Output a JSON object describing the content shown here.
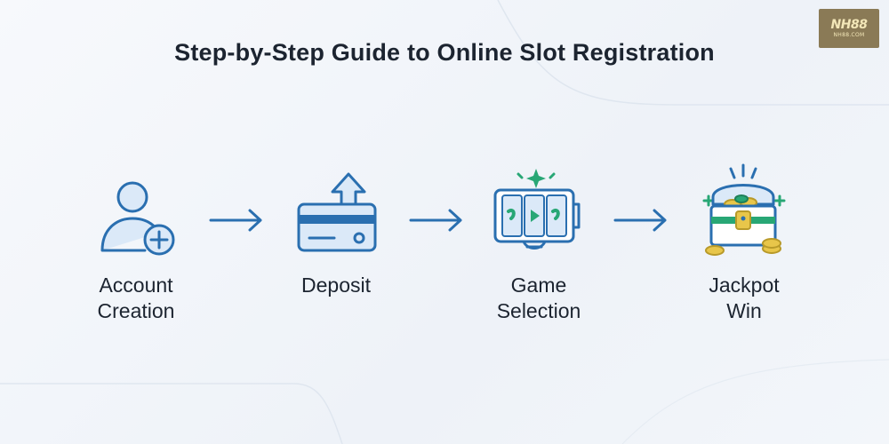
{
  "title": "Step-by-Step Guide to Online Slot Registration",
  "logo": {
    "main": "NH88",
    "sub": "NH88.COM"
  },
  "steps": [
    {
      "label_line1": "Account",
      "label_line2": "Creation",
      "icon": "user-add-icon"
    },
    {
      "label_line1": "Deposit",
      "label_line2": "",
      "icon": "card-deposit-icon"
    },
    {
      "label_line1": "Game",
      "label_line2": "Selection",
      "icon": "slot-machine-icon"
    },
    {
      "label_line1": "Jackpot",
      "label_line2": "Win",
      "icon": "treasure-chest-icon"
    }
  ],
  "colors": {
    "icon_stroke": "#2a6fb0",
    "icon_fill": "#dbe9f8",
    "accent_green": "#28a775",
    "gold": "#e8c64a",
    "text": "#1c2430"
  }
}
